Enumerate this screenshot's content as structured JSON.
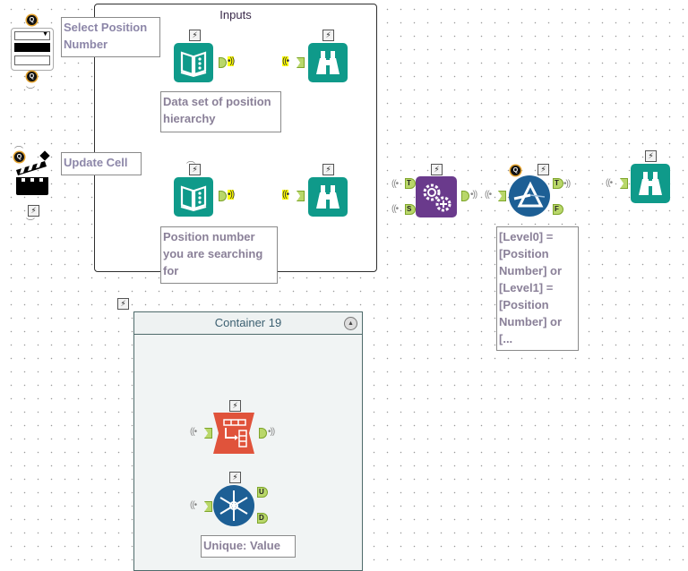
{
  "canvas": {
    "grid": "dotted"
  },
  "containers": {
    "inputs": {
      "title": "Inputs"
    },
    "container19": {
      "title": "Container 19",
      "collapse_icon": "chevron-up-icon"
    }
  },
  "annotations": {
    "select_position": "Select Position Number",
    "update_cell": "Update Cell",
    "dataset_hierarchy": "Data set of position hierarchy",
    "position_number": "Position number you are searching for",
    "filter_expr": "[Level0] = [Position Number] or [Level1] = [Position Number] or [...",
    "unique": "Unique: Value"
  },
  "tools": [
    {
      "id": "dropdown",
      "icon": "dropdown-interface-icon"
    },
    {
      "id": "action",
      "icon": "clapperboard-icon"
    },
    {
      "id": "text-input-1",
      "icon": "book-icon",
      "color": "#0f9a8a"
    },
    {
      "id": "browse-1",
      "icon": "binoculars-icon",
      "color": "#0f9a8a"
    },
    {
      "id": "text-input-2",
      "icon": "book-icon",
      "color": "#0f9a8a"
    },
    {
      "id": "browse-2",
      "icon": "binoculars-icon",
      "color": "#0f9a8a"
    },
    {
      "id": "append-fields",
      "icon": "gears-plus-icon",
      "color": "#6a3a8c"
    },
    {
      "id": "filter",
      "icon": "prism-icon",
      "color": "#1d5f95"
    },
    {
      "id": "browse-3",
      "icon": "binoculars-icon",
      "color": "#0f9a8a"
    },
    {
      "id": "transpose",
      "icon": "transpose-icon",
      "color": "#e0533b"
    },
    {
      "id": "unique",
      "icon": "snowflake-icon",
      "color": "#1d5f95"
    }
  ],
  "anchors": {
    "T": "T",
    "S": "S",
    "F": "F",
    "U": "U",
    "D": "D"
  },
  "glyphs": {
    "bolt": "⚡",
    "q": "Q",
    "collapse": "▲"
  }
}
